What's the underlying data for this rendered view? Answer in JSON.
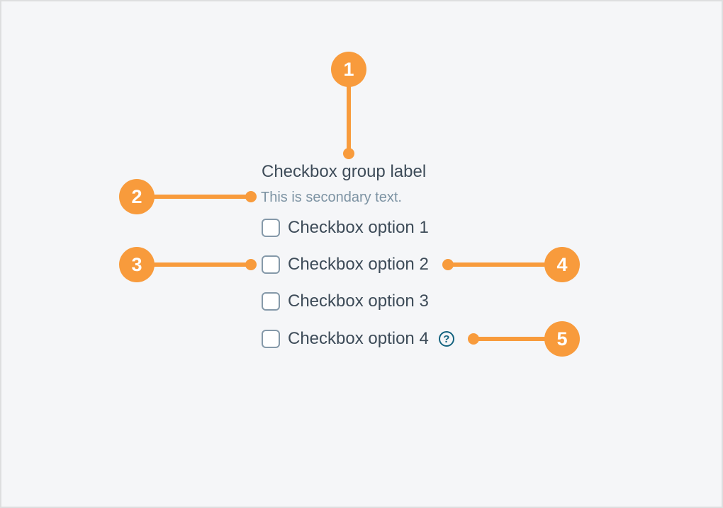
{
  "colors": {
    "background": "#f5f6f8",
    "frame_border": "#dddedf",
    "annotation_orange": "#f89b3c",
    "primary_text": "#3e4c59",
    "secondary_text": "#7d93a3",
    "checkbox_border": "#8599a9",
    "help_icon_teal": "#14637f"
  },
  "checkbox_group": {
    "label": "Checkbox group label",
    "secondary_text": "This is secondary text.",
    "options": [
      {
        "label": "Checkbox option 1",
        "checked": false
      },
      {
        "label": "Checkbox option 2",
        "checked": false
      },
      {
        "label": "Checkbox option 3",
        "checked": false
      },
      {
        "label": "Checkbox option 4",
        "checked": false
      }
    ],
    "help_icon_glyph": "?"
  },
  "annotations": {
    "markers": [
      {
        "number": "1"
      },
      {
        "number": "2"
      },
      {
        "number": "3"
      },
      {
        "number": "4"
      },
      {
        "number": "5"
      }
    ]
  }
}
